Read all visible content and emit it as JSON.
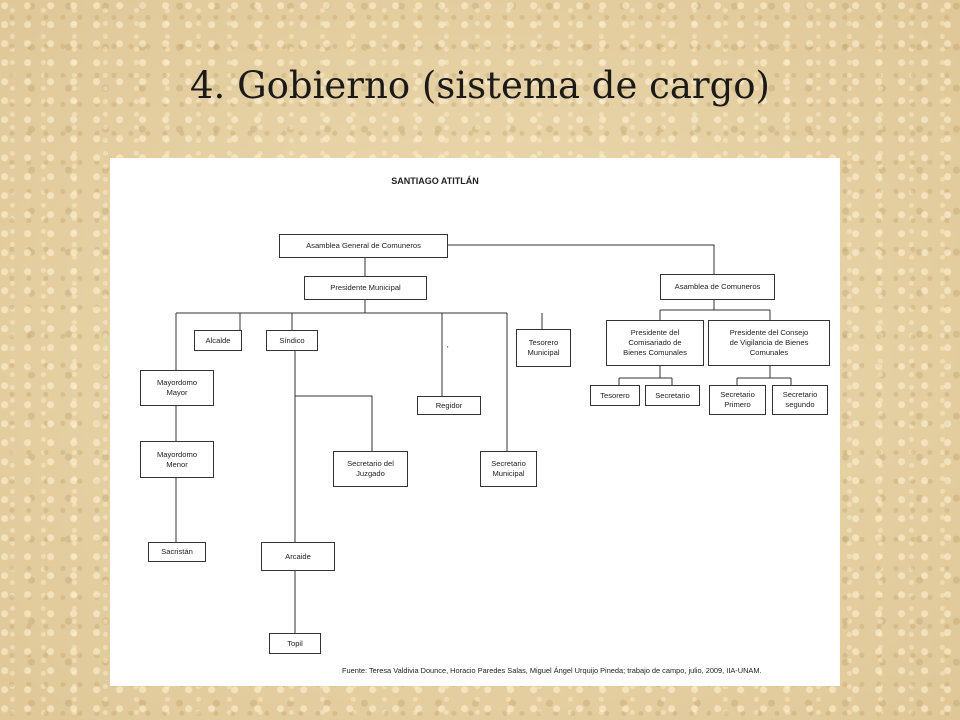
{
  "slide": {
    "title": "4. Gobierno (sistema de cargo)"
  },
  "org_chart": {
    "title": "SANTIAGO ATITLÁN",
    "stray_mark": "'",
    "source": "Fuente: Teresa Valdivia Dounce, Horacio Paredes Salas, Miguel Ángel Urquijo Pineda; trabajo de campo, julio, 2009, IIA-UNAM.",
    "nodes": {
      "asamblea_general": "Asamblea General de Comuneros",
      "presidente_municipal": "Presidente Municipal",
      "asamblea_comuneros": "Asamblea de Comuneros",
      "alcalde": "Alcalde",
      "sindico": "Síndico",
      "tesorero_municipal": "Tesorero\nMunicipal",
      "mayordomo_mayor": "Mayordomo\nMayor",
      "regidor": "Regidor",
      "mayordomo_menor": "Mayordomo\nMenor",
      "secretario_juzgado": "Secretario del\nJuzgado",
      "secretario_municipal": "Secretario\nMunicipal",
      "sacristan": "Sacristán",
      "arcaide": "Arcaide",
      "topil": "Topil",
      "presidente_comisariado": "Presidente  del\nComisariado de\nBienes Comunales",
      "presidente_consejo": "Presidente del Consejo\nde Vigilancia de Bienes\nComunales",
      "tesorero": "Tesorero",
      "secretario": "Secretario",
      "secretario_primero": "Secretario\nPrimero",
      "secretario_segundo": "Secretario\nsegundo"
    }
  }
}
